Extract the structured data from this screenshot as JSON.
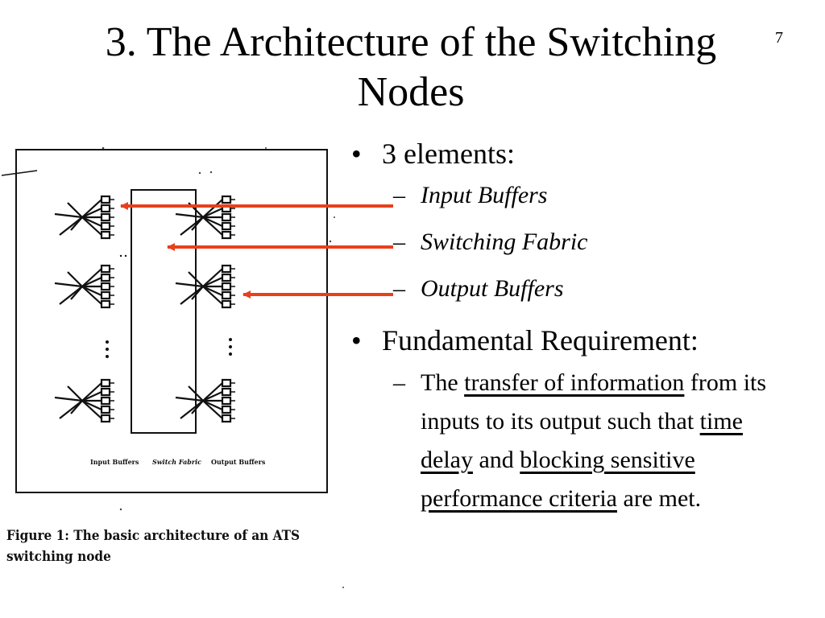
{
  "slide": {
    "title": "3. The Architecture of the Switching Nodes",
    "number": "7"
  },
  "bullets": {
    "elements_heading": "3 elements:",
    "elements": [
      "Input Buffers",
      "Switching Fabric",
      "Output Buffers"
    ],
    "requirement_heading": "Fundamental Requirement:",
    "requirement": {
      "t1": "The ",
      "u1": "transfer of information",
      "t2": " from its inputs to its output such that ",
      "u2": "time delay",
      "t3": " and ",
      "u3": "blocking sensitive performance criteria",
      "t4": " are met."
    }
  },
  "figure": {
    "labels": [
      "Input Buffers",
      "Switch Fabric",
      "Output Buffers"
    ],
    "caption": "Figure 1: The basic architecture of an ATS switching node"
  },
  "colors": {
    "arrow": "#e8401c",
    "text": "#000000",
    "background": "#ffffff"
  }
}
